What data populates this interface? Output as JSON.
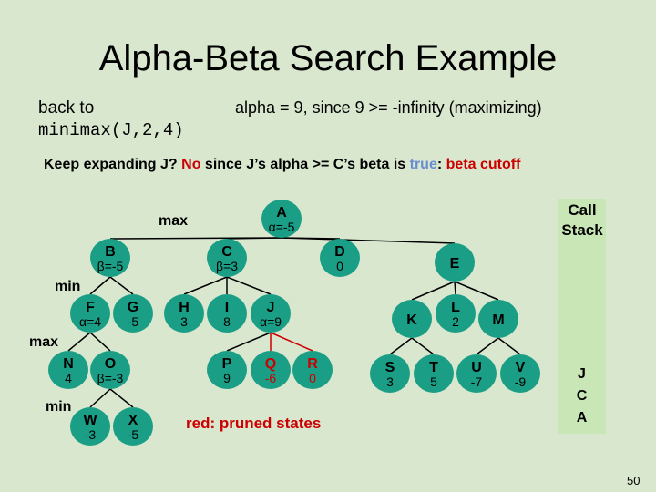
{
  "title": "Alpha-Beta Search Example",
  "back_to": "back to",
  "back_to_call": "minimax(J,2,4)",
  "alpha_note": "alpha = 9, since 9 >= -infinity  (maximizing)",
  "question": {
    "prefix": "Keep expanding J? ",
    "no": "No",
    "middle": " since J’s alpha >= C’s beta is ",
    "truth": "true",
    "colon": ": ",
    "cutoff": "beta cutoff"
  },
  "levels": {
    "max_top": "max",
    "min1": "min",
    "max2": "max",
    "min2": "min"
  },
  "call_stack": {
    "label_line1": "Call",
    "label_line2": "Stack",
    "items": [
      "J",
      "C",
      "A"
    ]
  },
  "pruned_note": "red: pruned states",
  "page_number": "50",
  "colors": {
    "node_fill": "#1a9e86",
    "pruned": "#cc0000",
    "true_blue": "#6a8fd0",
    "background": "#d9e7cf",
    "stack_fill": "#c9e6b6"
  },
  "nodes": [
    {
      "id": "A",
      "label": "A",
      "value": "α=-5"
    },
    {
      "id": "B",
      "label": "B",
      "value": "β=-5"
    },
    {
      "id": "C",
      "label": "C",
      "value": "β=3"
    },
    {
      "id": "D",
      "label": "D",
      "value": "0"
    },
    {
      "id": "E",
      "label": "E",
      "value": ""
    },
    {
      "id": "F",
      "label": "F",
      "value": "α=4"
    },
    {
      "id": "G",
      "label": "G",
      "value": "-5"
    },
    {
      "id": "H",
      "label": "H",
      "value": "3"
    },
    {
      "id": "I",
      "label": "I",
      "value": "8"
    },
    {
      "id": "J",
      "label": "J",
      "value": "α=9"
    },
    {
      "id": "K",
      "label": "K",
      "value": ""
    },
    {
      "id": "L",
      "label": "L",
      "value": "2"
    },
    {
      "id": "M",
      "label": "M",
      "value": ""
    },
    {
      "id": "N",
      "label": "N",
      "value": "4"
    },
    {
      "id": "O",
      "label": "O",
      "value": "β=-3"
    },
    {
      "id": "P",
      "label": "P",
      "value": "9"
    },
    {
      "id": "Q",
      "label": "Q",
      "value": "-6"
    },
    {
      "id": "R",
      "label": "R",
      "value": "0"
    },
    {
      "id": "S",
      "label": "S",
      "value": "3"
    },
    {
      "id": "T",
      "label": "T",
      "value": "5"
    },
    {
      "id": "U",
      "label": "U",
      "value": "-7"
    },
    {
      "id": "V",
      "label": "V",
      "value": "-9"
    },
    {
      "id": "W",
      "label": "W",
      "value": "-3"
    },
    {
      "id": "X",
      "label": "X",
      "value": "-5"
    }
  ],
  "edges": [
    [
      "A",
      "B"
    ],
    [
      "A",
      "C"
    ],
    [
      "A",
      "D"
    ],
    [
      "A",
      "E"
    ],
    [
      "B",
      "F"
    ],
    [
      "B",
      "G"
    ],
    [
      "C",
      "H"
    ],
    [
      "C",
      "I"
    ],
    [
      "C",
      "J"
    ],
    [
      "E",
      "K"
    ],
    [
      "E",
      "L"
    ],
    [
      "E",
      "M"
    ],
    [
      "F",
      "N"
    ],
    [
      "F",
      "O"
    ],
    [
      "J",
      "P"
    ],
    [
      "J",
      "Q"
    ],
    [
      "J",
      "R"
    ],
    [
      "K",
      "S"
    ],
    [
      "K",
      "T"
    ],
    [
      "M",
      "U"
    ],
    [
      "M",
      "V"
    ],
    [
      "O",
      "W"
    ],
    [
      "O",
      "X"
    ]
  ],
  "pruned_nodes": [
    "Q",
    "R"
  ],
  "pruned_edges": [
    [
      "J",
      "Q"
    ],
    [
      "J",
      "R"
    ]
  ]
}
